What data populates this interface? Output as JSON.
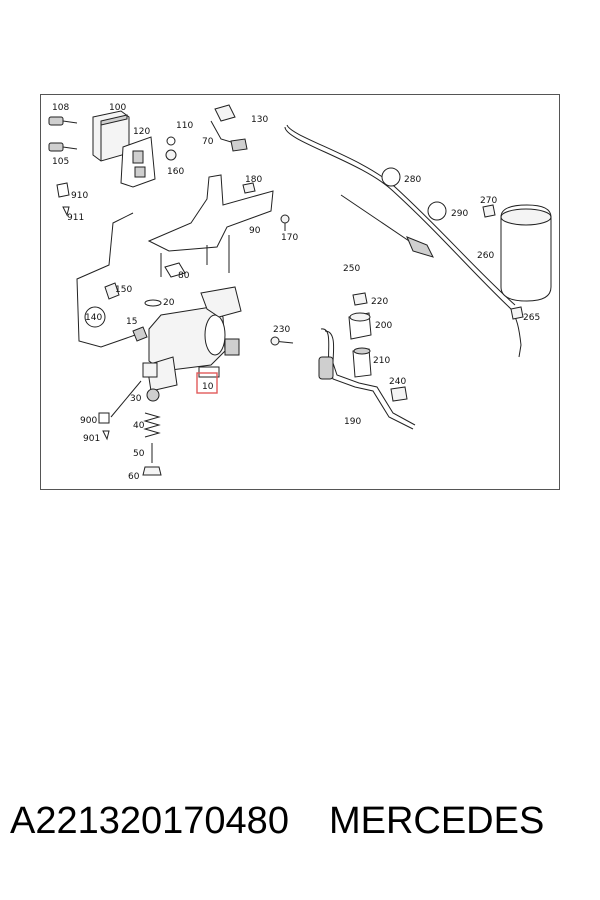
{
  "diagram": {
    "labels": {
      "l108": "108",
      "l100": "100",
      "l130": "130",
      "l120": "120",
      "l110": "110",
      "l70": "70",
      "l105": "105",
      "l160": "160",
      "l910": "910",
      "l911": "911",
      "l180": "180",
      "l90": "90",
      "l170": "170",
      "l280": "280",
      "l270": "270",
      "l290": "290",
      "l260": "260",
      "l250": "250",
      "l150": "150",
      "l80": "80",
      "l140": "140",
      "l20": "20",
      "l15": "15",
      "l220": "220",
      "l200": "200",
      "l265": "265",
      "l230": "230",
      "l210": "210",
      "l240": "240",
      "l190": "190",
      "l10": "10",
      "l30": "30",
      "l900": "900",
      "l901": "901",
      "l40": "40",
      "l50": "50",
      "l60": "60"
    },
    "highlight_color": "#e05a5a"
  },
  "caption": {
    "part_number": "A221320170480",
    "brand": "MERCEDES"
  }
}
